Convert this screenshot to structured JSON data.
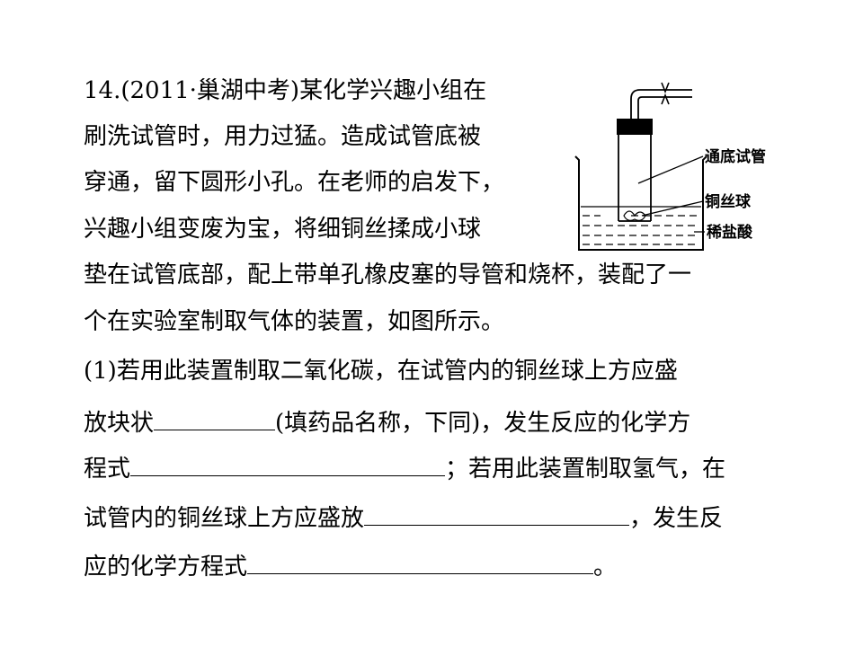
{
  "question": {
    "line1": "14.(2011·巢湖中考)某化学兴趣小组在",
    "line2": "刷洗试管时，用力过猛。造成试管底被",
    "line3": "穿通，留下圆形小孔。在老师的启发下，",
    "line4": "兴趣小组变废为宝，将细铜丝揉成小球",
    "line5": "垫在试管底部，配上带单孔橡皮塞的导管和烧杯，装配了一",
    "line6": "个在实验室制取气体的装置，如图所示。",
    "line7": "(1)若用此装置制取二氧化碳，在试管内的铜丝球上方应盛",
    "line8a": "放块状",
    "line8b": "(填药品名称，下同)，发生反应的化学方",
    "line9a": "程式",
    "line9b": "；若用此装置制取氢气，在",
    "line10a": "试管内的铜丝球上方应盛放",
    "line10b": "，发生反",
    "line11a": "应的化学方程式",
    "line11b": "。"
  },
  "figure": {
    "label_tube": "通底试管",
    "label_copper": "铜丝球",
    "label_acid": "稀盐酸"
  }
}
